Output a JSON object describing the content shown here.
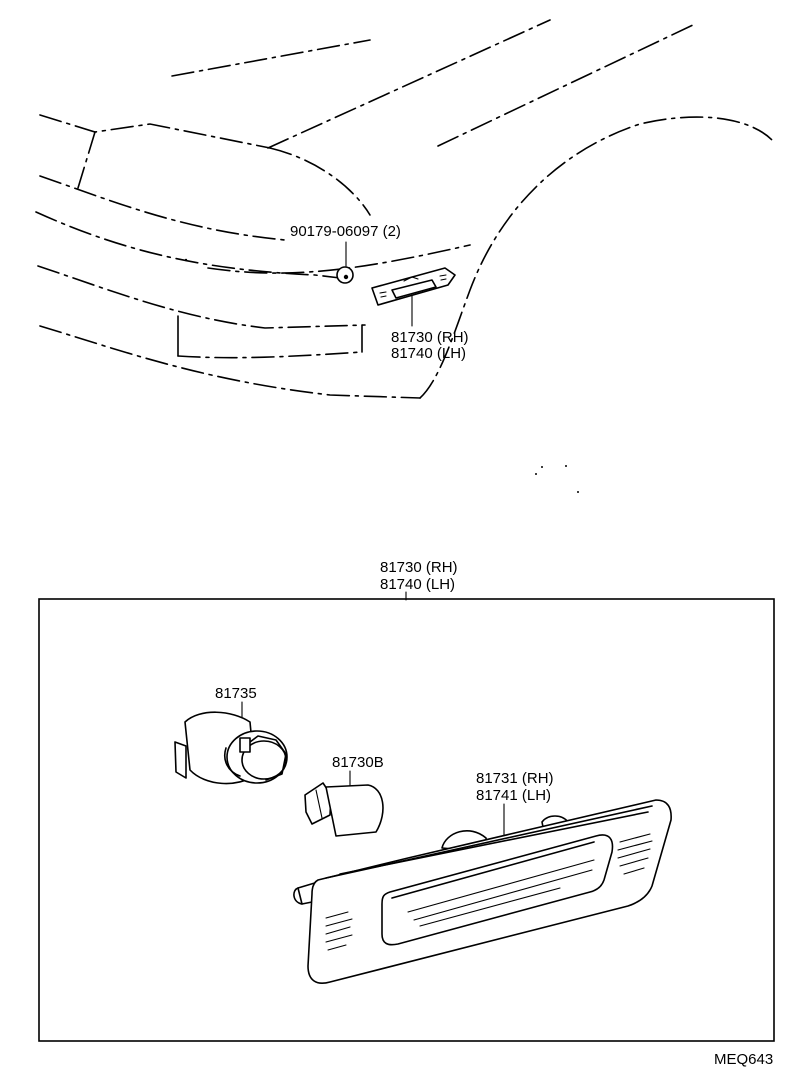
{
  "callouts": {
    "clip": "90179-06097 (2)",
    "assy_rh_top": "81730 (RH)",
    "assy_lh_top": "81740 (LH)",
    "assy_rh_box": "81730 (RH)",
    "assy_lh_box": "81740 (LH)",
    "socket": "81735",
    "bulb": "81730B",
    "lens_rh": "81731 (RH)",
    "lens_lh": "81741 (LH)"
  },
  "drawing_code": "MEQ643"
}
